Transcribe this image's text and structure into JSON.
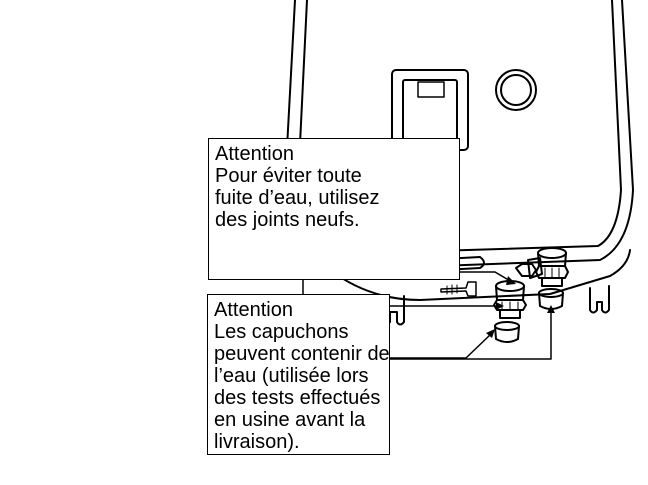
{
  "callouts": {
    "top": {
      "title": "Attention",
      "lines": [
        "Pour éviter toute",
        "fuite d’eau, utilisez",
        "des joints neufs."
      ]
    },
    "bottom": {
      "title": "Attention",
      "lines": [
        "Les capuchons",
        "peuvent contenir de",
        "l’eau (utilisée lors",
        "des tests effectués",
        "en usine avant la",
        "livraison)."
      ]
    }
  },
  "colors": {
    "stroke": "#000000",
    "background": "#ffffff"
  }
}
